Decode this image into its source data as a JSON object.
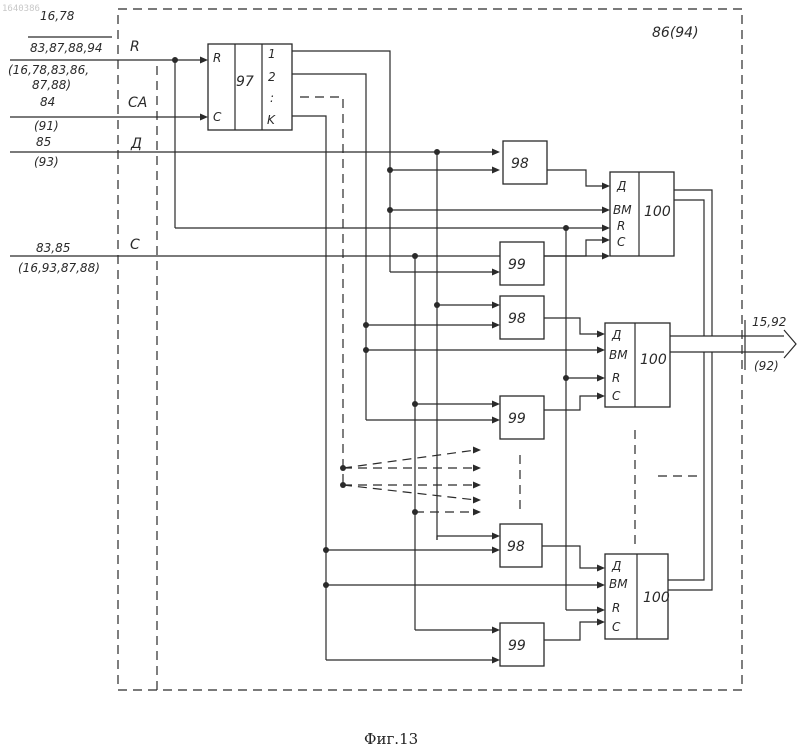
{
  "doc_id": "1640386",
  "caption": "Фиг.13",
  "block_label": "86(94)",
  "inputs": [
    {
      "name": "R",
      "refs_top": "16,78",
      "refs_mid": "83,87,88,94",
      "refs_alt1": "(16,78,83,86,",
      "refs_alt2": "87,88)"
    },
    {
      "name": "CA",
      "refs": "84",
      "refs_alt": "(91)"
    },
    {
      "name": "Д",
      "refs": "85",
      "refs_alt": "(93)"
    },
    {
      "name": "C",
      "refs": "83,85",
      "refs_alt": "(16,93,87,88)"
    }
  ],
  "output": {
    "refs": "15,92",
    "refs_alt": "(92)"
  },
  "counter": {
    "id": "97",
    "pin_r": "R",
    "pin_c": "C",
    "out_1": "1",
    "out_2": "2",
    "out_dots": ":",
    "out_k": "K"
  },
  "gates": [
    "98",
    "99",
    "98",
    "99",
    "98",
    "99"
  ],
  "registers": [
    {
      "id": "100",
      "pins": [
        "Д",
        "BM",
        "R",
        "C"
      ]
    },
    {
      "id": "100",
      "pins": [
        "Д",
        "BM",
        "R",
        "C"
      ]
    },
    {
      "id": "100",
      "pins": [
        "Д",
        "BM",
        "R",
        "C"
      ]
    }
  ]
}
